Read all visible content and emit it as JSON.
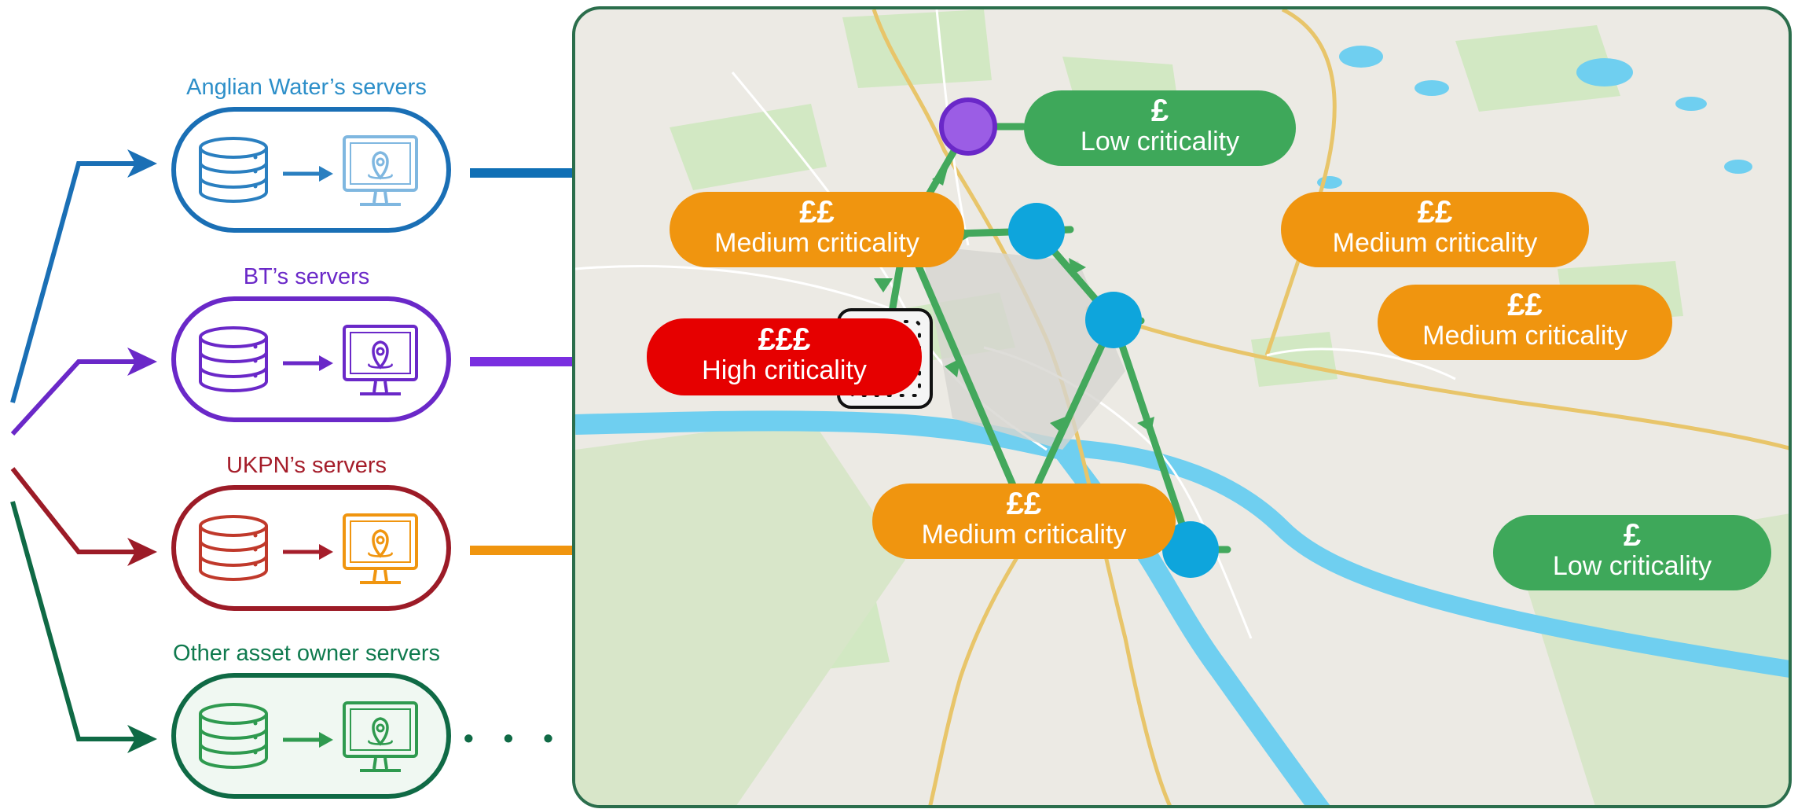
{
  "owners": [
    {
      "label": "Anglian Water’s servers",
      "color": "#2d8fc9",
      "icon_colors": [
        "#2a7fc0",
        "#7fb7e0"
      ],
      "arrow_color": "#0f6fb5",
      "icons": [
        "database-icon",
        "monitor-location-icon"
      ]
    },
    {
      "label": "BT’s servers",
      "color": "#6a28c8",
      "icon_colors": [
        "#6a28c8",
        "#6a28c8"
      ],
      "arrow_color": "#7a2fe0",
      "icons": [
        "database-icon",
        "monitor-location-icon"
      ]
    },
    {
      "label": "UKPN’s servers",
      "color": "#a51d2a",
      "icon_colors": [
        "#c0392b",
        "#f0950f"
      ],
      "arrow_color": "#f0950f",
      "icons": [
        "database-icon",
        "monitor-location-icon"
      ]
    },
    {
      "label": "Other asset owner servers",
      "color": "#0f7a4e",
      "icon_colors": [
        "#2f9a4f",
        "#2f9a4f"
      ],
      "arrow_color": "#0f6a45",
      "icons": [
        "database-icon",
        "monitor-location-icon"
      ]
    }
  ],
  "continuation": "• • •",
  "criticality_labels": [
    {
      "id": "low-top",
      "cost": "£",
      "text": "Low criticality",
      "level": "low"
    },
    {
      "id": "med-left",
      "cost": "££",
      "text": "Medium criticality",
      "level": "medium"
    },
    {
      "id": "med-right-1",
      "cost": "££",
      "text": "Medium criticality",
      "level": "medium"
    },
    {
      "id": "high-left",
      "cost": "£££",
      "text": "High criticality",
      "level": "high"
    },
    {
      "id": "med-right-2",
      "cost": "££",
      "text": "Medium criticality",
      "level": "medium"
    },
    {
      "id": "med-bottom",
      "cost": "££",
      "text": "Medium criticality",
      "level": "medium"
    },
    {
      "id": "low-bottom",
      "cost": "£",
      "text": "Low criticality",
      "level": "low"
    }
  ],
  "colors": {
    "network_edge": "#43a85c",
    "node_purple": "#9b5de5",
    "node_blue": "#0ea5dc",
    "node_yellow": "#f9c21a",
    "map_frame": "#2b6e4c",
    "river": "#6fcff0"
  }
}
